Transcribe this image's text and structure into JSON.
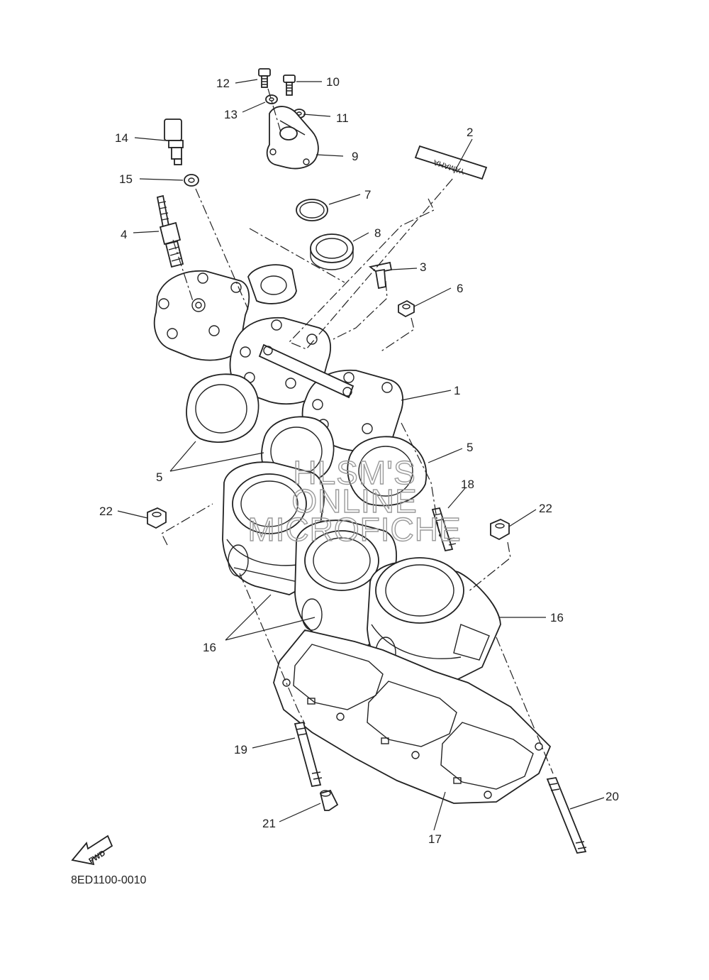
{
  "diagram": {
    "callouts": [
      {
        "id": "c1",
        "label": "1"
      },
      {
        "id": "c2",
        "label": "2"
      },
      {
        "id": "c3",
        "label": "3"
      },
      {
        "id": "c4",
        "label": "4"
      },
      {
        "id": "c5a",
        "label": "5"
      },
      {
        "id": "c5b",
        "label": "5"
      },
      {
        "id": "c6",
        "label": "6"
      },
      {
        "id": "c7",
        "label": "7"
      },
      {
        "id": "c8",
        "label": "8"
      },
      {
        "id": "c9",
        "label": "9"
      },
      {
        "id": "c10",
        "label": "10"
      },
      {
        "id": "c11",
        "label": "11"
      },
      {
        "id": "c12",
        "label": "12"
      },
      {
        "id": "c13",
        "label": "13"
      },
      {
        "id": "c14",
        "label": "14"
      },
      {
        "id": "c15",
        "label": "15"
      },
      {
        "id": "c16a",
        "label": "16"
      },
      {
        "id": "c16b",
        "label": "16"
      },
      {
        "id": "c17",
        "label": "17"
      },
      {
        "id": "c18",
        "label": "18"
      },
      {
        "id": "c19",
        "label": "19"
      },
      {
        "id": "c20",
        "label": "20"
      },
      {
        "id": "c21",
        "label": "21"
      },
      {
        "id": "c22a",
        "label": "22"
      },
      {
        "id": "c22b",
        "label": "22"
      }
    ],
    "watermark": [
      "HLSM'S",
      "ONLINE",
      "MICROFICHE"
    ],
    "decal_text": "YAMAHA",
    "fwd_label": "FWD",
    "drawing_code": "8ED1100-0010"
  }
}
